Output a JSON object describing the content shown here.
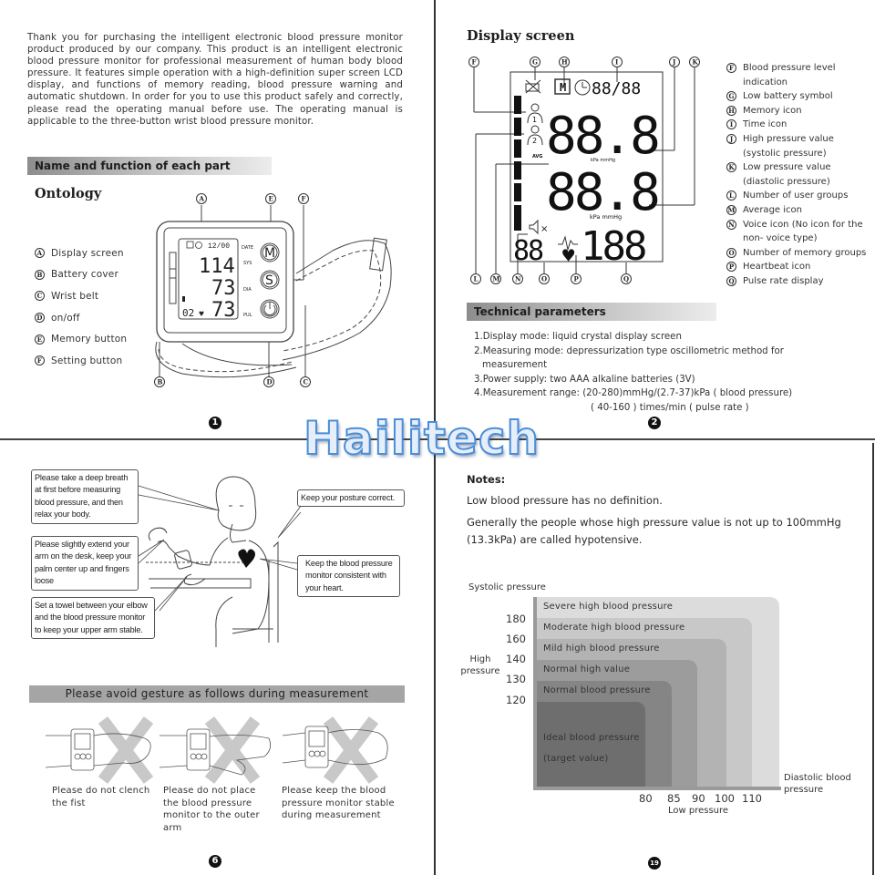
{
  "watermark": "Hailitech",
  "page1": {
    "intro": "Thank you for purchasing the intelligent electronic blood pressure monitor product produced by our company. This product is an intelligent electronic blood pressure monitor for professional measurement of human body blood pressure. It features simple operation with a high-definition super screen LCD display, and functions of memory reading, blood pressure warning and automatic shutdown. In order for you to use this product safely and correctly, please read the operating manual before use. The operating manual is applicable to the three-button wrist blood pressure monitor.",
    "section_title": "Name and function of each part",
    "subtitle": "Ontology",
    "parts": [
      {
        "letter": "A",
        "label": "Display screen"
      },
      {
        "letter": "B",
        "label": "Battery cover"
      },
      {
        "letter": "C",
        "label": "Wrist belt"
      },
      {
        "letter": "D",
        "label": "on/off"
      },
      {
        "letter": "E",
        "label": "Memory button"
      },
      {
        "letter": "F",
        "label": "Setting button"
      }
    ],
    "device": {
      "time": "12/00",
      "sys": "114",
      "dia": "73",
      "pul": "73",
      "memory": "02",
      "labels": {
        "date": "DATE",
        "sys": "SYS",
        "dia": "DIA",
        "pul": "PUL"
      },
      "buttons": {
        "m": "M",
        "s": "S"
      },
      "callouts": {
        "top": [
          "A",
          "E",
          "F"
        ],
        "bottom": [
          "B",
          "D",
          "C"
        ]
      }
    },
    "page_number": "1"
  },
  "page2": {
    "title": "Display screen",
    "lcd": {
      "time": "88/88",
      "sys": "88.8",
      "dia": "88.8",
      "pulse": "188",
      "memory": "88",
      "unit": "kPa mmHg",
      "avg": "AVG",
      "memory_icon": "M",
      "callouts_top": [
        "F",
        "G",
        "H",
        "I",
        "J",
        "K"
      ],
      "callouts_bottom": [
        "L",
        "M",
        "N",
        "O",
        "P",
        "Q"
      ]
    },
    "legend": [
      {
        "letter": "F",
        "label": "Blood pressure level indication"
      },
      {
        "letter": "G",
        "label": "Low battery symbol"
      },
      {
        "letter": "H",
        "label": "Memory icon"
      },
      {
        "letter": "I",
        "label": "Time icon"
      },
      {
        "letter": "J",
        "label": "High pressure value (systolic pressure)"
      },
      {
        "letter": "K",
        "label": "Low pressure value  (diastolic pressure)"
      },
      {
        "letter": "L",
        "label": "Number of user groups"
      },
      {
        "letter": "M",
        "label": "Average icon"
      },
      {
        "letter": "N",
        "label": "Voice icon (No icon for the non- voice type)"
      },
      {
        "letter": "O",
        "label": "Number of memory groups"
      },
      {
        "letter": "P",
        "label": "Heartbeat icon"
      },
      {
        "letter": "Q",
        "label": "Pulse rate display"
      }
    ],
    "tech_title": "Technical parameters",
    "tech": [
      "1.Display mode: liquid crystal display screen",
      "2.Measuring mode: depressurization type oscillometric method for",
      "measurement",
      "3.Power supply: two AAA alkaline batteries (3V)",
      "4.Measurement range: (20-280)mmHg/(2.7-37)kPa ( blood pressure)",
      "( 40-160 ) times/min ( pulse rate )"
    ],
    "page_number": "2"
  },
  "page6": {
    "callouts": [
      "Please take a deep breath at first before measuring blood pressure, and then relax your body.",
      "Please slightly extend your arm on the desk, keep your palm center up and fingers loose",
      "Set a towel between your elbow and the blood pressure monitor to keep your upper arm stable.",
      "Keep your posture correct.",
      "Keep the blood pressure monitor consistent with your heart."
    ],
    "gesture_title": "Please avoid gesture as follows during measurement",
    "gestures": [
      "Please do not clench the fist",
      "Please do not place the blood pressure monitor to the outer arm",
      "Please keep the blood pressure monitor stable during measurement"
    ],
    "page_number": "6"
  },
  "page19": {
    "notes_title": "Notes:",
    "notes": [
      "Low blood pressure has no definition.",
      "Generally the people whose high pressure value is not up to 100mmHg (13.3kPa) are called hypotensive."
    ],
    "page_number": "19"
  },
  "chart_data": {
    "type": "area",
    "title": "",
    "ylabel_top": "Systolic pressure",
    "ylabel": "High pressure",
    "xlabel": "Low pressure",
    "xlabel_right": "Diastolic blood pressure",
    "y_ticks": [
      120,
      130,
      140,
      160,
      180
    ],
    "x_ticks": [
      80,
      85,
      90,
      100,
      110
    ],
    "categories": [
      {
        "name": "Ideal blood pressure (target value)",
        "systolic_max": 120,
        "diastolic_max": 80,
        "color": "#6e6e6e"
      },
      {
        "name": "Normal blood pressure",
        "systolic_max": 130,
        "diastolic_max": 85,
        "color": "#858585"
      },
      {
        "name": "Normal high value",
        "systolic_max": 140,
        "diastolic_max": 90,
        "color": "#9c9c9c"
      },
      {
        "name": "Mild high blood pressure",
        "systolic_max": 160,
        "diastolic_max": 100,
        "color": "#b3b3b3"
      },
      {
        "name": "Moderate high blood pressure",
        "systolic_max": 180,
        "diastolic_max": 110,
        "color": "#c8c8c8"
      },
      {
        "name": "Severe high blood pressure",
        "systolic_max": null,
        "diastolic_max": null,
        "color": "#dcdcdc"
      }
    ],
    "grid": false,
    "legend": "inline-labels"
  }
}
